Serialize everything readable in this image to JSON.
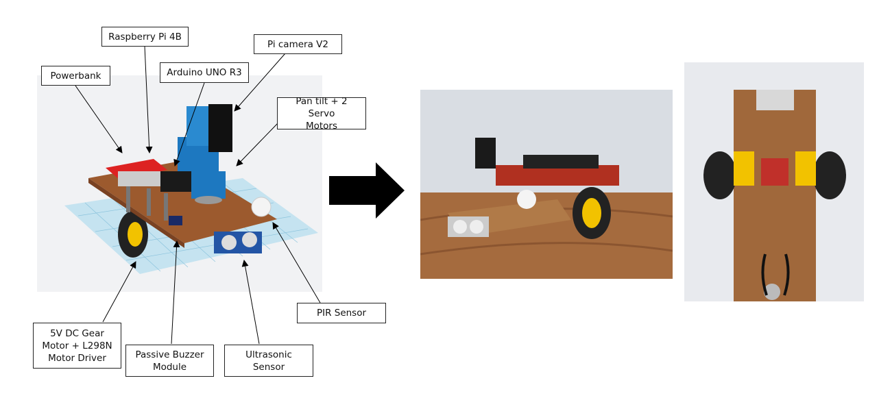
{
  "labels": {
    "powerbank": "Powerbank",
    "raspberry": "Raspberry Pi 4B",
    "arduino": "Arduino UNO R3",
    "picamera": "Pi camera V2",
    "pantilt": "Pan tilt + 2 Servo\nMotors",
    "motor": "5V DC Gear\nMotor + L298N\nMotor Driver",
    "buzzer": "Passive Buzzer\nModule",
    "ultrasonic": "Ultrasonic\nSensor",
    "pir": "PIR Sensor"
  },
  "colors": {
    "board": "#9c5a2e",
    "servo_blue": "#1d78c0",
    "wheel_yellow": "#f2c200",
    "grid_blue": "#a8d8ec",
    "arrow": "#000000"
  }
}
